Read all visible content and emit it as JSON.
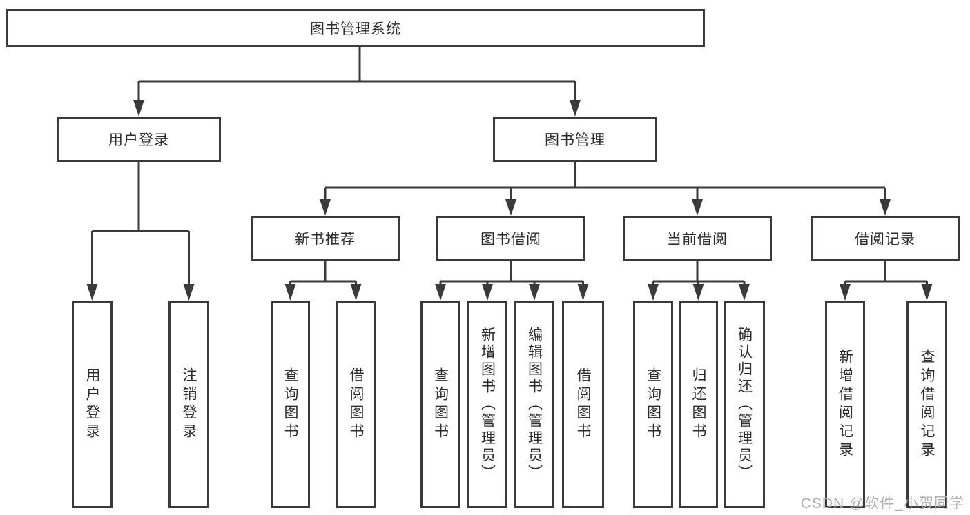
{
  "colors": {
    "line-color": "#3a3a3a",
    "box-border-color": "#3a3a3a",
    "text-color": "#2d2d2d",
    "background-color": "#ffffff",
    "watermark-color": "#b0b0b0"
  },
  "diagram": {
    "root": "图书管理系统",
    "nodes": {
      "user_login": "用户登录",
      "book_mgmt": "图书管理",
      "new_books": "新书推荐",
      "book_borrow": "图书借阅",
      "current_borrow": "当前借阅",
      "borrow_records": "借阅记录"
    },
    "leaves": {
      "user_login": [
        "用户登录",
        "注销登录"
      ],
      "new_books": [
        "查询图书",
        "借阅图书"
      ],
      "book_borrow": [
        "查询图书",
        "新增图书（管理员）",
        "编辑图书（管理员）",
        "借阅图书"
      ],
      "current_borrow": [
        "查询图书",
        "归还图书",
        "确认归还（管理员）"
      ],
      "borrow_records": [
        "新增借阅记录",
        "查询借阅记录"
      ]
    }
  },
  "watermark": "CSDN @软件_小贺同学"
}
